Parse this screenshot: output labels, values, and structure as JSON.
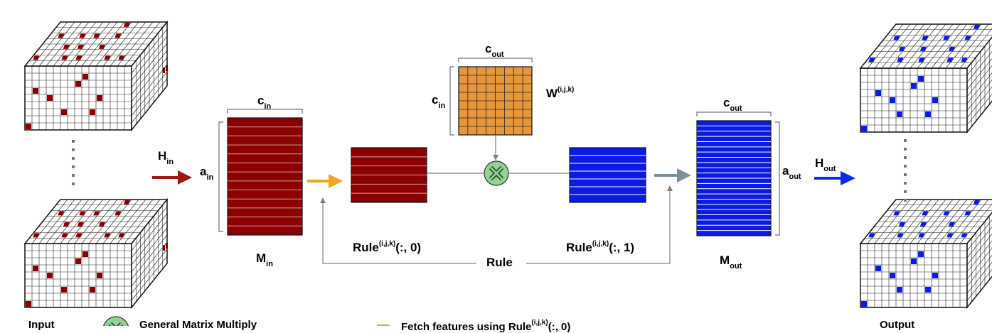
{
  "labels": {
    "h_in": "H",
    "h_in_sub": "in",
    "a_in": "a",
    "a_in_sub": "in",
    "c_in_top": "c",
    "c_in_top_sub": "in",
    "m_in": "M",
    "m_in_sub": "in",
    "c_out_top": "c",
    "c_out_top_sub": "out",
    "c_in_w": "c",
    "c_in_w_sub": "in",
    "w": "W",
    "w_sup": "(i,j,k)",
    "c_out_m": "c",
    "c_out_m_sub": "out",
    "a_out": "a",
    "a_out_sub": "out",
    "m_out": "M",
    "m_out_sub": "out",
    "h_out": "H",
    "h_out_sub": "out",
    "rule0": "Rule",
    "rule0_sup": "(i,j,k)",
    "rule0_tail": "(:, 0)",
    "rule1": "Rule",
    "rule1_sup": "(i,j,k)",
    "rule1_tail": "(:, 1)",
    "rule": "Rule",
    "input": "Input",
    "output": "Output"
  },
  "legend": {
    "gemm": "General Matrix Multiply",
    "fetch": "Fetch features using Rule",
    "fetch_sup": "(i,j,k)",
    "fetch_tail": "(:, 0)"
  },
  "colors": {
    "input_red": "#8b0000",
    "weight_orange": "#e8963a",
    "output_blue": "#0a1be6",
    "gemm_green": "#8fd48f",
    "fetch_orange": "#f5a21c",
    "scatter_gray": "#7f8f99",
    "h_in_arrow": "#a31616",
    "h_out_arrow": "#0a2ae6"
  }
}
